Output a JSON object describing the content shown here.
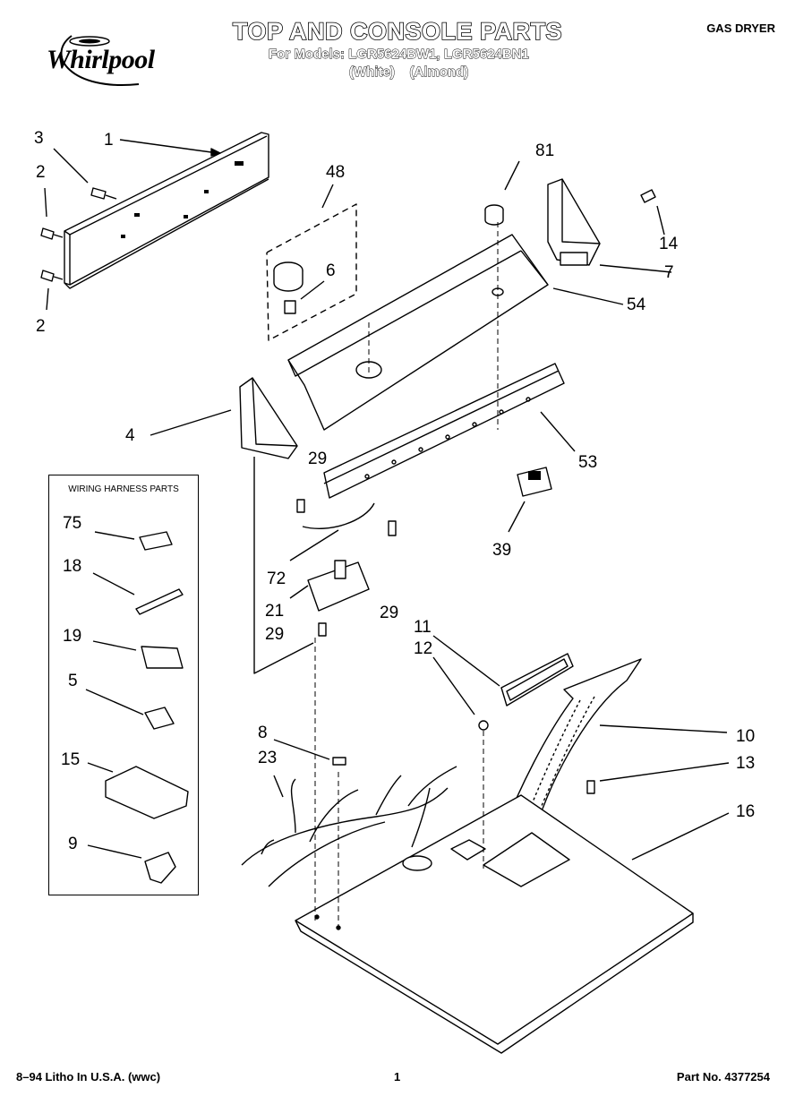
{
  "header": {
    "brand": "Whirlpool",
    "title": "TOP AND CONSOLE PARTS",
    "models_line": "For Models: LGR5624BW1, LGR5624BN1",
    "variants_line": "(White)    (Almond)",
    "product": "GAS DRYER"
  },
  "harness_box": {
    "title": "WIRING HARNESS PARTS"
  },
  "labels": {
    "n1": "1",
    "n2a": "2",
    "n2b": "2",
    "n3": "3",
    "n4": "4",
    "n5": "5",
    "n6": "6",
    "n7": "7",
    "n8": "8",
    "n9": "9",
    "n10": "10",
    "n11": "11",
    "n12": "12",
    "n13": "13",
    "n14": "14",
    "n15": "15",
    "n16": "16",
    "n18": "18",
    "n19": "19",
    "n21": "21",
    "n23": "23",
    "n29a": "29",
    "n29b": "29",
    "n29c": "29",
    "n39": "39",
    "n48": "48",
    "n53": "53",
    "n54": "54",
    "n72": "72",
    "n75": "75",
    "n81": "81"
  },
  "footer": {
    "litho": "8–94 Litho In U.S.A. (wwc)",
    "page": "1",
    "part_no": "Part No. 4377254"
  }
}
